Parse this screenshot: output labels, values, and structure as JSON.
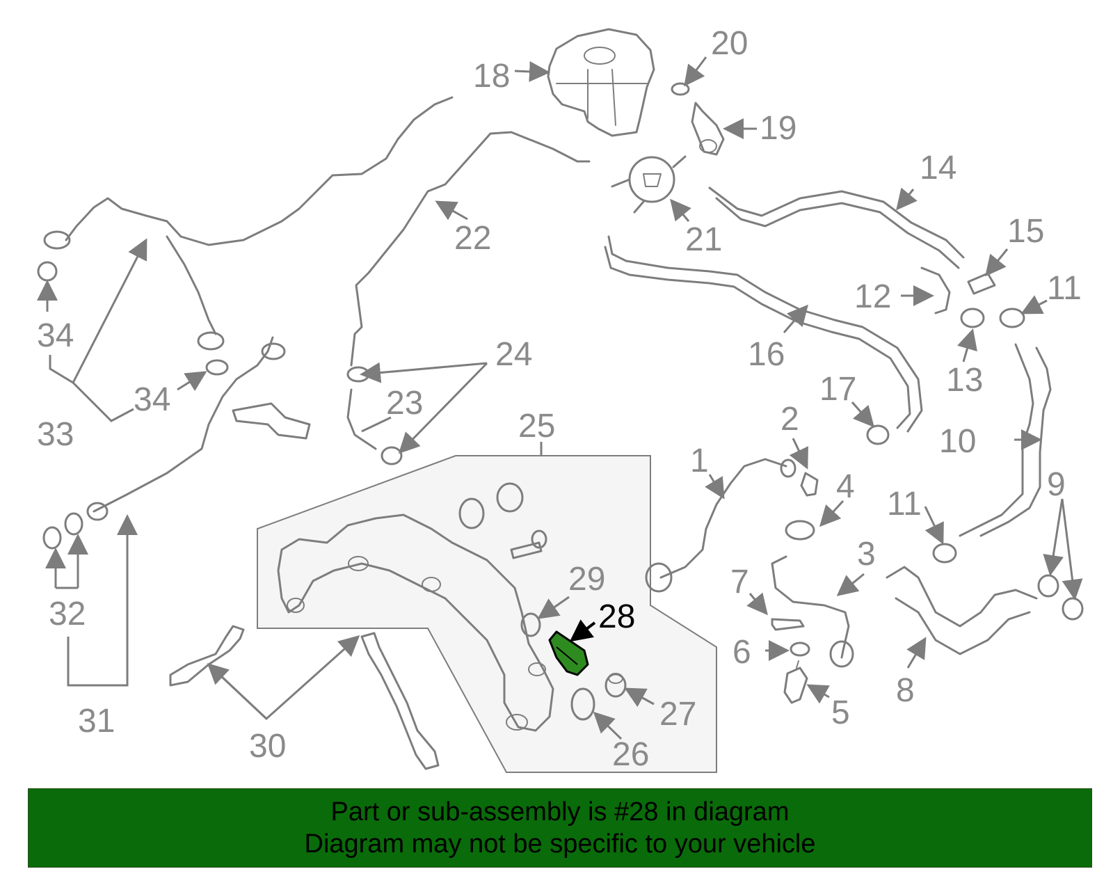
{
  "diagram": {
    "highlighted_part": "28",
    "highlight_color": "#2e8b20",
    "line_color": "#7d7d7d",
    "box_fill": "#f5f5f5",
    "callouts": {
      "c1": "1",
      "c2": "2",
      "c3": "3",
      "c4": "4",
      "c5": "5",
      "c6": "6",
      "c7": "7",
      "c8": "8",
      "c9": "9",
      "c10": "10",
      "c11a": "11",
      "c11b": "11",
      "c12": "12",
      "c13": "13",
      "c14": "14",
      "c15": "15",
      "c16": "16",
      "c17": "17",
      "c18": "18",
      "c19": "19",
      "c20": "20",
      "c21": "21",
      "c22": "22",
      "c23": "23",
      "c24": "24",
      "c25": "25",
      "c26": "26",
      "c27": "27",
      "c28": "28",
      "c29": "29",
      "c30": "30",
      "c31": "31",
      "c32": "32",
      "c33": "33",
      "c34a": "34",
      "c34b": "34"
    }
  },
  "banner": {
    "background": "#0a6b0a",
    "line1": "Part or sub-assembly is #28 in diagram",
    "line2": "Diagram may not be specific to your vehicle"
  }
}
